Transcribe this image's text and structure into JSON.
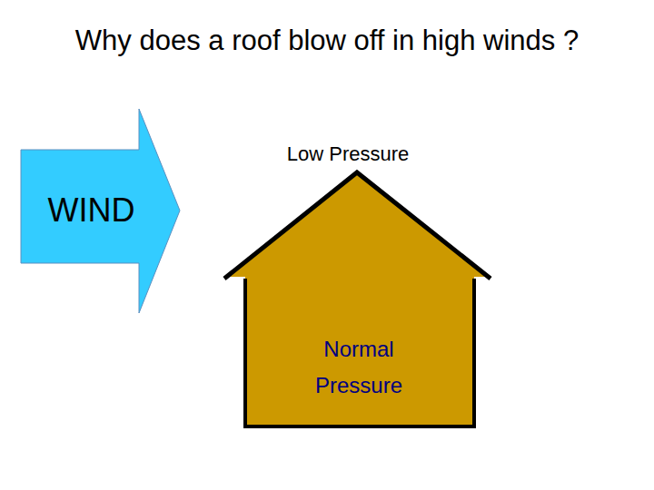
{
  "diagram": {
    "title": "Why does a roof blow off in high winds ?",
    "nodes": [
      {
        "text": [
          "WIND"
        ]
      },
      {
        "text": [
          "Normal Pressure"
        ]
      }
    ],
    "labels": [
      "Low Pressure"
    ]
  }
}
